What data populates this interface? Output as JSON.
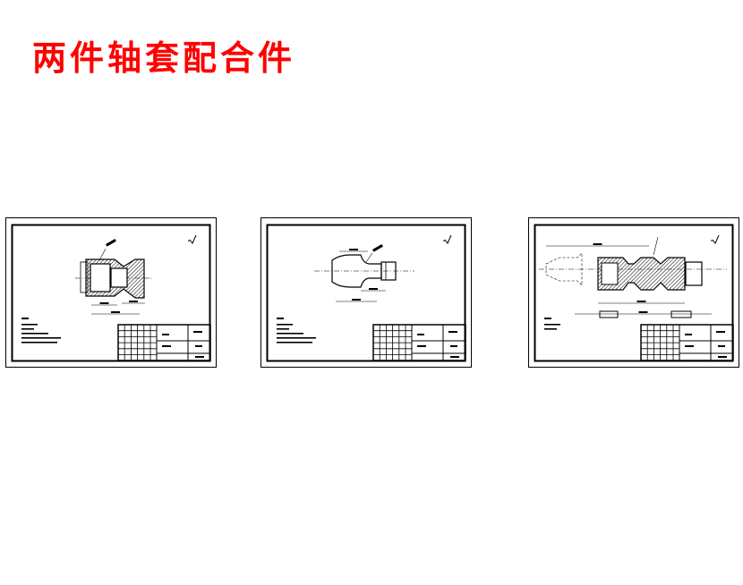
{
  "title": "两件轴套配合件",
  "colors": {
    "title": "#ff0000",
    "lines": "#000000",
    "background": "#ffffff"
  },
  "sheets": [
    {
      "part": "sleeve"
    },
    {
      "part": "shaft"
    },
    {
      "part": "assembly"
    }
  ]
}
